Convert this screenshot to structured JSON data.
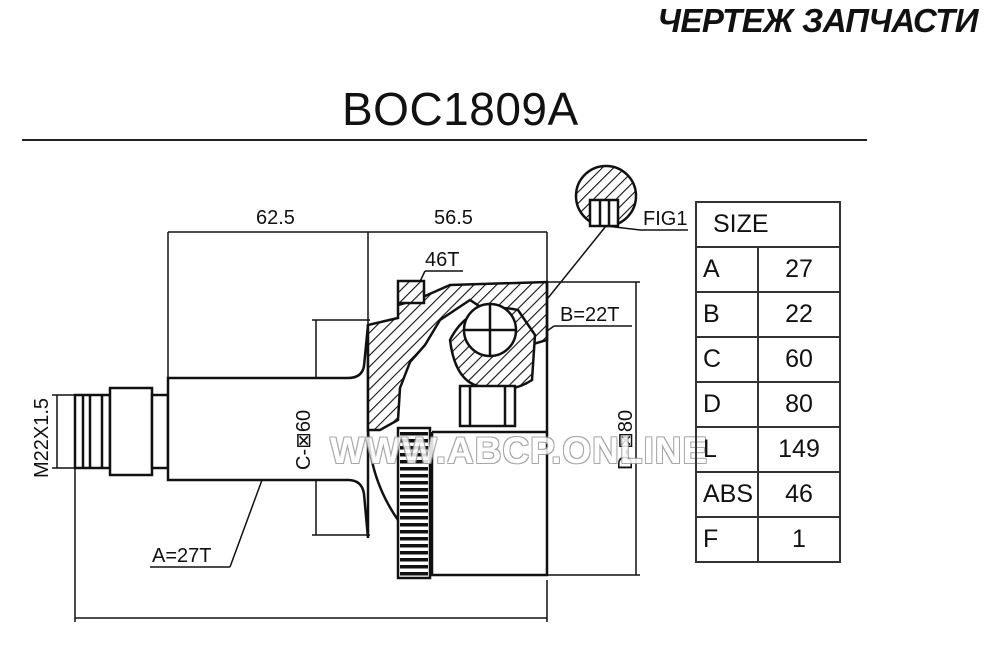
{
  "header": {
    "title": "ЧЕРТЕЖ ЗАПЧАСТИ"
  },
  "part_number": "BOC1809A",
  "watermark": "WWW.ABCP.ONLINE",
  "dimensions": {
    "length_1": "62.5",
    "length_2": "56.5",
    "abs_teeth": "46T",
    "inner_spline": "B=22T",
    "outer_spline": "A=27T",
    "fig": "FIG1",
    "thread": "M22X1.5",
    "dia_c": "C-⊠60",
    "dia_d": "D-⊠80"
  },
  "size_table": {
    "header": "SIZE",
    "rows": [
      {
        "key": "A",
        "value": "27"
      },
      {
        "key": "B",
        "value": "22"
      },
      {
        "key": "C",
        "value": "60"
      },
      {
        "key": "D",
        "value": "80"
      },
      {
        "key": "L",
        "value": "149"
      },
      {
        "key": "ABS",
        "value": "46"
      },
      {
        "key": "F",
        "value": "1"
      }
    ]
  }
}
